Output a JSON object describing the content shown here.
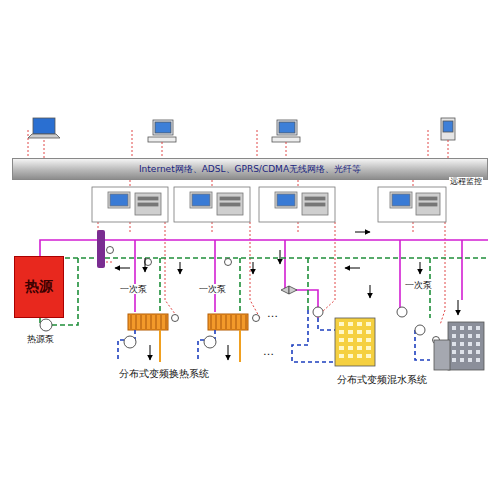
{
  "diagram": {
    "nodes": [
      {
        "text": [
          "Internet网络、ADSL、GPRS/CDMA无线网络、光纤等"
        ]
      },
      {
        "text": [
          "热源"
        ]
      }
    ],
    "labels": [
      "远程监控",
      "热源泵",
      "一次泵",
      "一次泵",
      "一次泵",
      "分布式变频换热系统",
      "分布式变频混水系统",
      "…",
      "…"
    ]
  }
}
